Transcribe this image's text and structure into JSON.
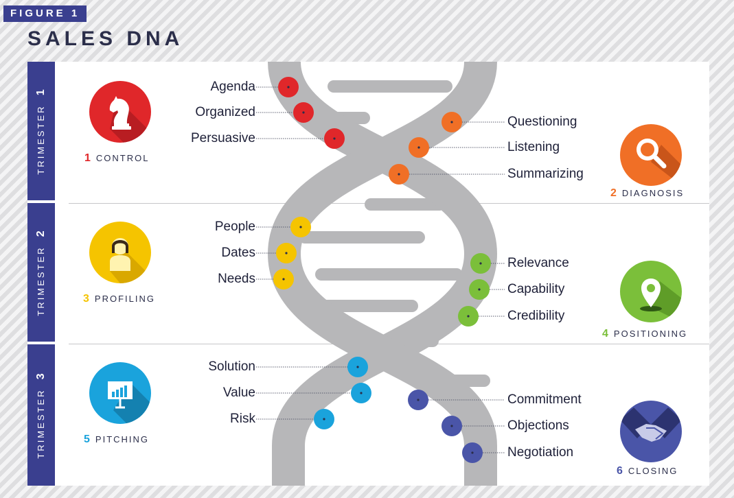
{
  "figure_tag": "FIGURE 1",
  "title": "SALES DNA",
  "trimesters": [
    {
      "label": "TRIMESTER",
      "number": "1"
    },
    {
      "label": "TRIMESTER",
      "number": "2"
    },
    {
      "label": "TRIMESTER",
      "number": "3"
    }
  ],
  "stages": [
    {
      "number": "1",
      "name": "CONTROL",
      "color": "#e0272a",
      "icon": "chess-knight-icon"
    },
    {
      "number": "2",
      "name": "DIAGNOSIS",
      "color": "#f06f26",
      "icon": "magnifier-icon"
    },
    {
      "number": "3",
      "name": "PROFILING",
      "color": "#f5c400",
      "icon": "person-icon"
    },
    {
      "number": "4",
      "name": "POSITIONING",
      "color": "#7bbf3a",
      "icon": "map-pin-icon"
    },
    {
      "number": "5",
      "name": "PITCHING",
      "color": "#1aa3dc",
      "icon": "presentation-chart-icon"
    },
    {
      "number": "6",
      "name": "CLOSING",
      "color": "#4a55a8",
      "icon": "handshake-icon"
    }
  ],
  "terms": {
    "control": [
      "Agenda",
      "Organized",
      "Persuasive"
    ],
    "diagnosis": [
      "Questioning",
      "Listening",
      "Summarizing"
    ],
    "profiling": [
      "People",
      "Dates",
      "Needs"
    ],
    "positioning": [
      "Relevance",
      "Capability",
      "Credibility"
    ],
    "pitching": [
      "Solution",
      "Value",
      "Risk"
    ],
    "closing": [
      "Commitment",
      "Objections",
      "Negotiation"
    ]
  }
}
